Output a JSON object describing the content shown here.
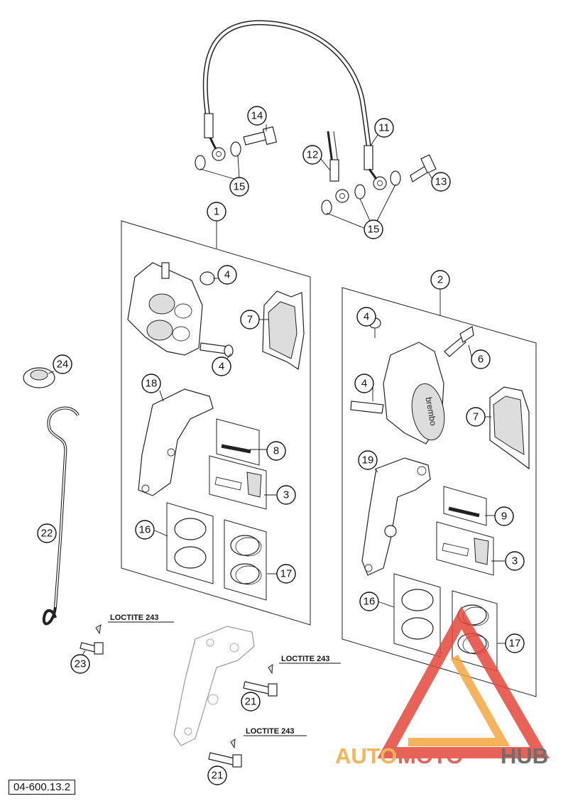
{
  "diagram_code": "04-600.13.2",
  "loctite_label": "LOCTITE 243",
  "watermark": {
    "part1": "AUTO",
    "part2": "MOTO",
    "part3": "HUB",
    "color_red": "#e5473a",
    "color_orange": "#f4a640",
    "color_gray": "#555555"
  },
  "callouts": {
    "c1": "1",
    "c2": "2",
    "c3a": "3",
    "c3b": "3",
    "c4a": "4",
    "c4b": "4",
    "c4c": "4",
    "c4d": "4",
    "c6": "6",
    "c7a": "7",
    "c7b": "7",
    "c8": "8",
    "c9": "9",
    "c11": "11",
    "c12": "12",
    "c13": "13",
    "c14": "14",
    "c15a": "15",
    "c15b": "15",
    "c16a": "16",
    "c16b": "16",
    "c17a": "17",
    "c17b": "17",
    "c18": "18",
    "c19": "19",
    "c21a": "21",
    "c21b": "21",
    "c22": "22",
    "c23": "23",
    "c24": "24"
  },
  "brembo_text": "brembo"
}
